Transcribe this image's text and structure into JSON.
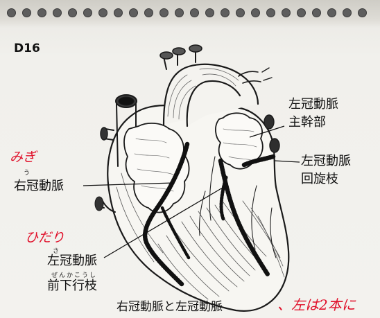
{
  "page": {
    "page_id": "D16",
    "caption": "右冠動脈と左冠動脈"
  },
  "labels": {
    "right_coronary": "右冠動脈",
    "left_main_line1": "左冠動脈",
    "left_main_line2": "主幹部",
    "circumflex_line1": "左冠動脈",
    "circumflex_line2": "回旋枝",
    "lad_line1": "左冠動脈",
    "lad_line2": "前下行枝",
    "furigana_u": "う",
    "furigana_sa": "さ",
    "furigana_zenkakoushi": "ぜんかこうし"
  },
  "handwritten": {
    "right_note": "みぎ",
    "left_note": "ひだり",
    "caption_note": "、左は2本に"
  },
  "colors": {
    "ink": "#111111",
    "handwriting": "#e0102a",
    "paper": "#f3f2ee"
  }
}
